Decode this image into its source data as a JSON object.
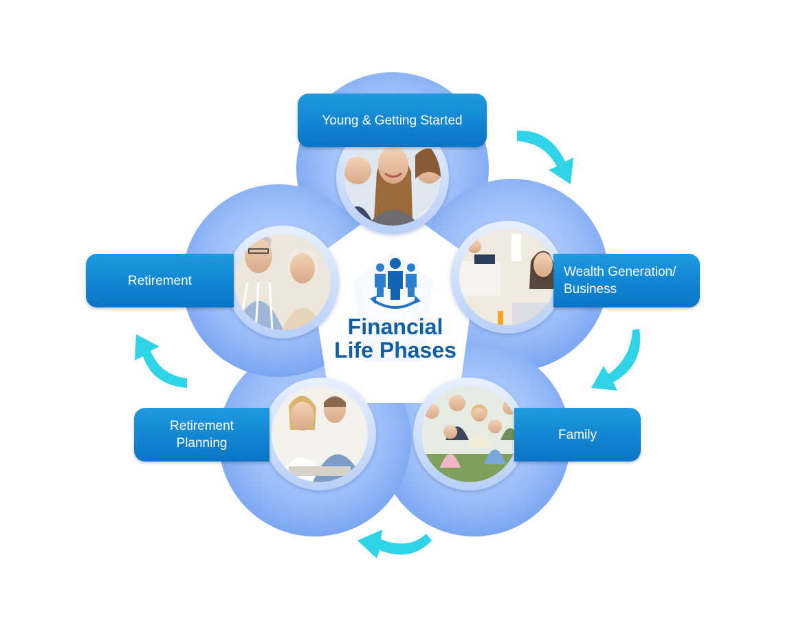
{
  "title": "Financial\nLife Phases",
  "colors": {
    "ring": "#8fb6f7",
    "ring_dark": "#6f9ff2",
    "label_bg": "#0b7ccc",
    "title": "#0e5fa8",
    "arrow": "#2fd4e8"
  },
  "center_icon": "group-of-people-cycle-icon",
  "phases": [
    {
      "label": "Young & Getting Started",
      "image": "young-adults-photo"
    },
    {
      "label": "Wealth Generation/\nBusiness",
      "image": "work-from-home-photo"
    },
    {
      "label": "Family",
      "image": "family-photo"
    },
    {
      "label": "Retirement\nPlanning",
      "image": "couple-planning-photo"
    },
    {
      "label": "Retirement",
      "image": "senior-couple-photo"
    }
  ],
  "cycle_arrows": [
    "arrow-icon",
    "arrow-icon",
    "arrow-icon",
    "arrow-icon"
  ]
}
